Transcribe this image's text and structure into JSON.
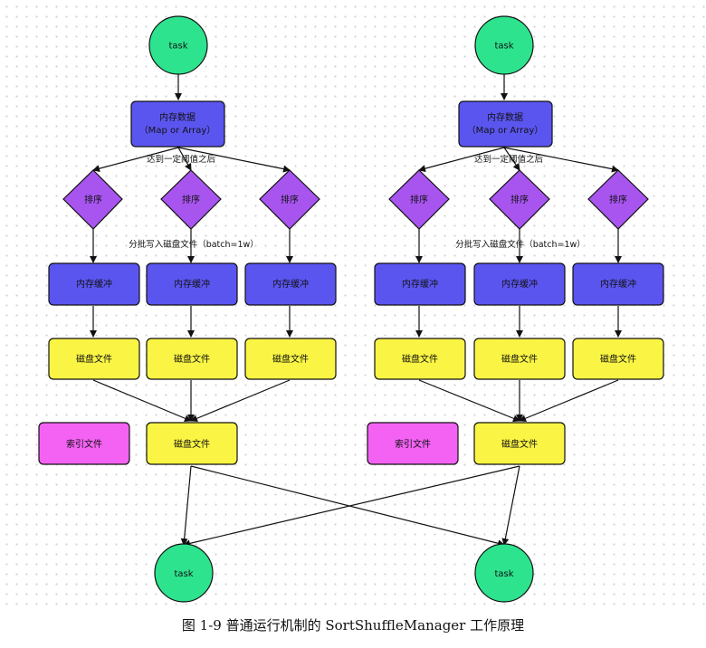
{
  "colors": {
    "task": "#2ee38e",
    "memory": "#5b55f0",
    "sort": "#a855f0",
    "buffer": "#5b55f0",
    "disk": "#faf544",
    "index": "#f462f4"
  },
  "diagram": {
    "task_label": "task",
    "memory_data_line1": "内存数据",
    "memory_data_line2": "（Map or Array）",
    "threshold_label": "达到一定阈值之后",
    "sort_label": "排序",
    "batch_write_label": "分批写入磁盘文件（batch=1w）",
    "buffer_label": "内存缓冲",
    "disk_file_label": "磁盘文件",
    "index_file_label": "索引文件"
  },
  "caption": "图 1-9  普通运行机制的 SortShuffleManager 工作原理"
}
